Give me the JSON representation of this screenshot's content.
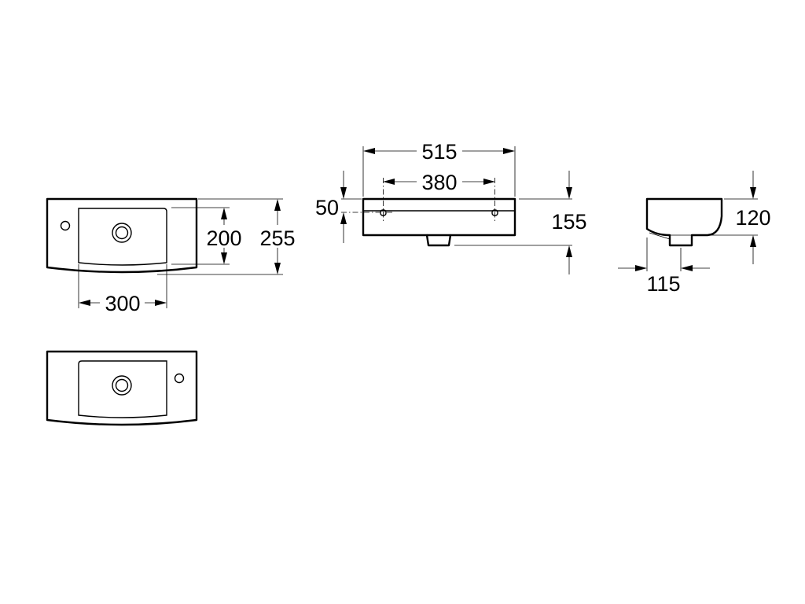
{
  "drawing": {
    "views": [
      "top-view-left-tap",
      "top-view-right-tap",
      "front-view",
      "side-view"
    ],
    "dimensions": {
      "bowl_width": "300",
      "bowl_depth": "200",
      "overall_depth": "255",
      "overall_width": "515",
      "fixing_centres": "380",
      "fixing_height": "50",
      "overall_height": "155",
      "side_height": "120",
      "waste_offset": "115"
    }
  }
}
